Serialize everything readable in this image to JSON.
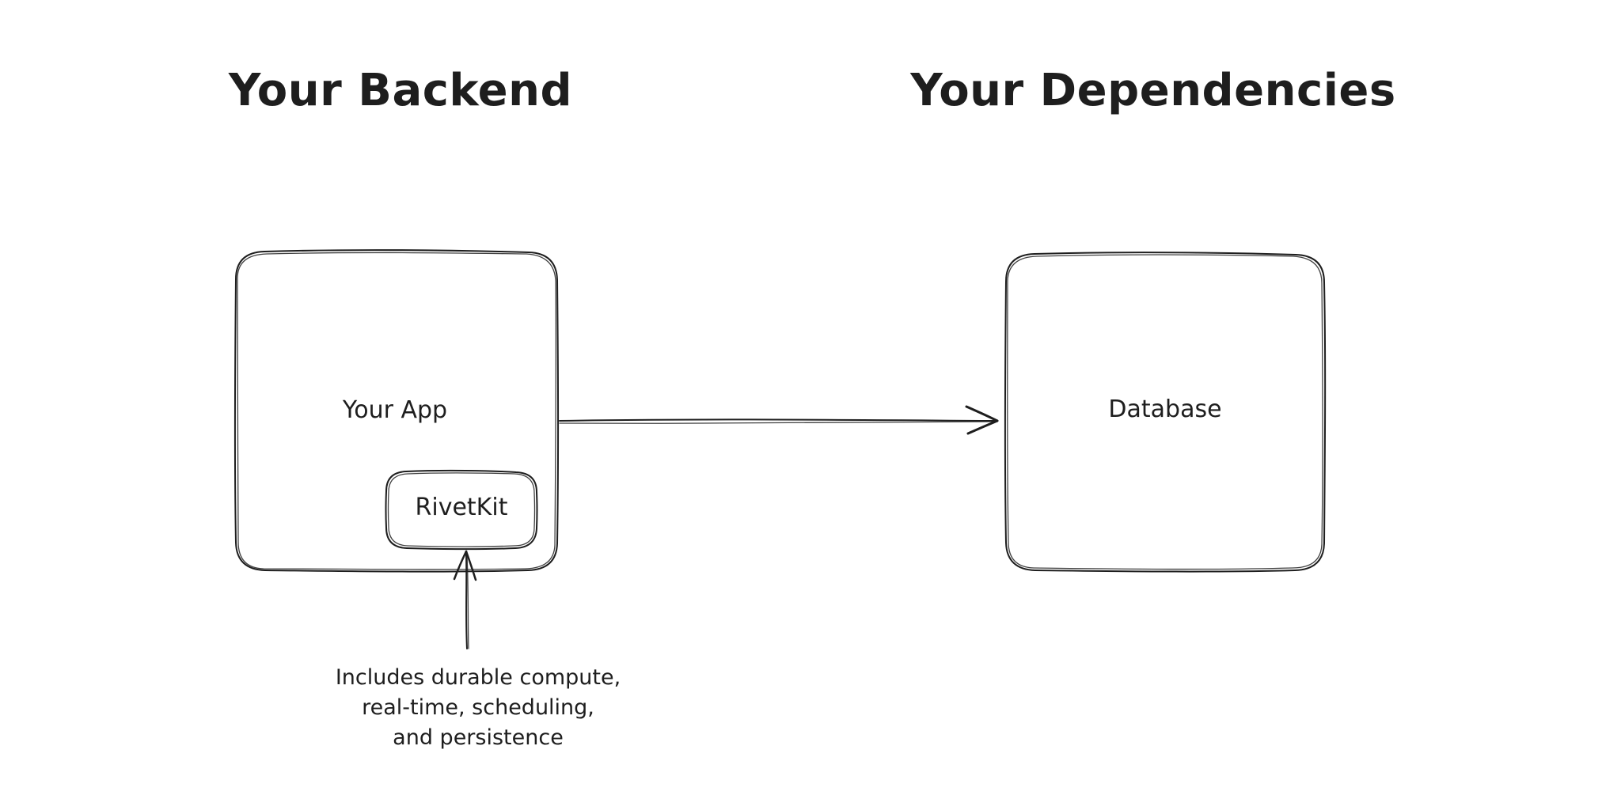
{
  "page": {
    "background": "#ffffff",
    "stroke_color": "#1e1e1e"
  },
  "headings": {
    "backend": "Your Backend",
    "dependencies": "Your Dependencies"
  },
  "nodes": {
    "your_app": {
      "label": "Your App"
    },
    "rivetkit": {
      "label": "RivetKit"
    },
    "database": {
      "label": "Database"
    }
  },
  "edges": [
    {
      "name": "app-to-database",
      "from": "your_app",
      "to": "database",
      "style": "open-chevron-arrow"
    },
    {
      "name": "annotation-to-rivetkit",
      "from": "annotation",
      "to": "rivetkit",
      "style": "open-chevron-arrow"
    }
  ],
  "annotation": {
    "lines": [
      "Includes durable compute,",
      "real-time, scheduling,",
      "and persistence"
    ]
  }
}
